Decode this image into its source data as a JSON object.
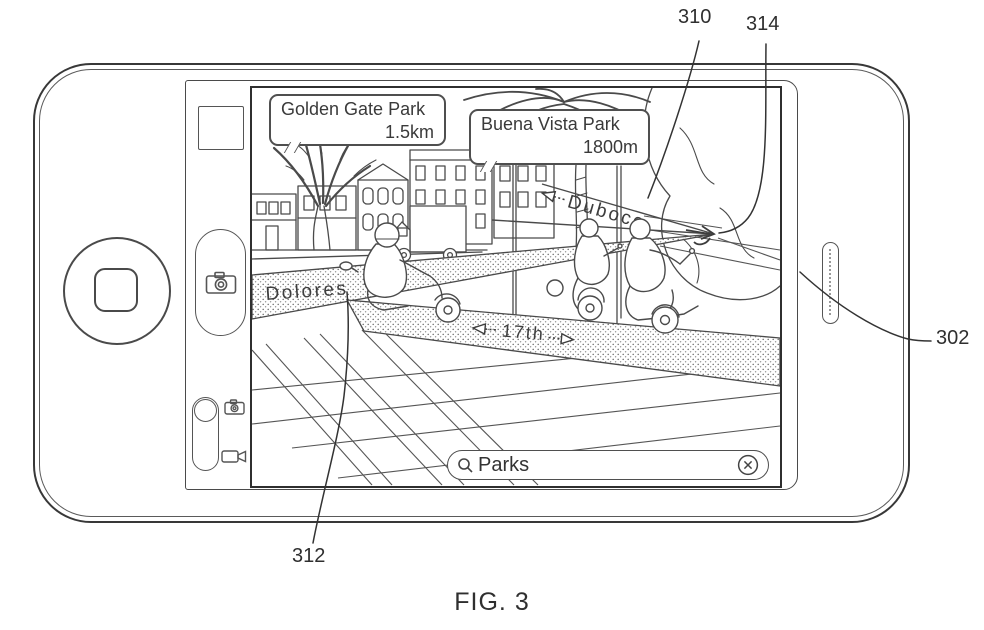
{
  "figure_caption": "FIG. 3",
  "labels": {
    "l310": "310",
    "l314": "314",
    "l302": "302",
    "l312": "312"
  },
  "colors": {
    "ink": "#2f2f2f",
    "line": "#4a4a4a",
    "background": "#ffffff"
  },
  "icons": {
    "search": "magnifier-icon",
    "clear": "circle-x-icon",
    "shutter": "camera-icon",
    "photo_mode": "camera-icon",
    "video_mode": "video-camera-icon",
    "home": "rounded-square-icon"
  },
  "screen": {
    "callouts": [
      {
        "name": "Golden Gate Park",
        "distance": "1.5km"
      },
      {
        "name": "Buena Vista Park",
        "distance": "1800m"
      }
    ],
    "streets": [
      {
        "label": "Dolores"
      },
      {
        "label": "Duboce"
      },
      {
        "label": "17th"
      }
    ],
    "search": {
      "value": "Parks"
    }
  }
}
